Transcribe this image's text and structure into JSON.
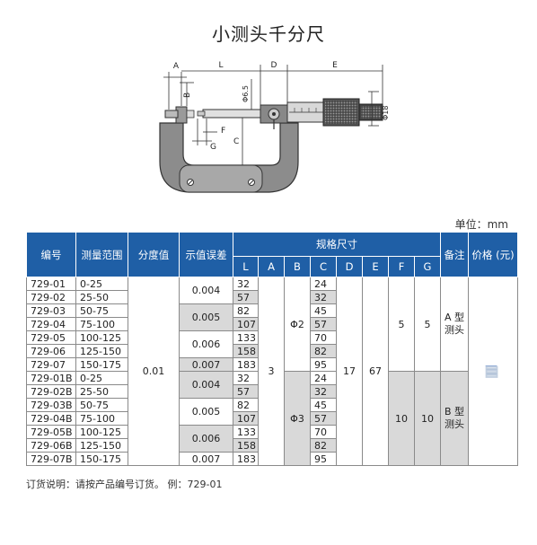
{
  "title": "小测头千分尺",
  "diagram": {
    "labels": {
      "A": "A",
      "L": "L",
      "D": "D",
      "E": "E",
      "B": "B",
      "F": "F",
      "G": "G",
      "C": "C",
      "phi65": "Φ6.5",
      "phi18": "Φ18"
    }
  },
  "unit_label": "单位：mm",
  "table": {
    "headers": {
      "code": "编号",
      "range": "测量范围",
      "resolution": "分度值",
      "error": "示值误差",
      "spec": "规格尺寸",
      "note": "备注",
      "price": "价格 (元)",
      "L": "L",
      "A": "A",
      "B": "B",
      "C": "C",
      "D": "D",
      "E": "E",
      "F": "F",
      "G": "G"
    },
    "rows": [
      {
        "code": "729-01",
        "range": "0-25",
        "L": "32",
        "C": "24"
      },
      {
        "code": "729-02",
        "range": "25-50",
        "L": "57",
        "C": "32"
      },
      {
        "code": "729-03",
        "range": "50-75",
        "L": "82",
        "C": "45"
      },
      {
        "code": "729-04",
        "range": "75-100",
        "L": "107",
        "C": "57"
      },
      {
        "code": "729-05",
        "range": "100-125",
        "L": "133",
        "C": "70"
      },
      {
        "code": "729-06",
        "range": "125-150",
        "L": "158",
        "C": "82"
      },
      {
        "code": "729-07",
        "range": "150-175",
        "L": "183",
        "C": "95"
      },
      {
        "code": "729-01B",
        "range": "0-25",
        "L": "32",
        "C": "24"
      },
      {
        "code": "729-02B",
        "range": "25-50",
        "L": "57",
        "C": "32"
      },
      {
        "code": "729-03B",
        "range": "50-75",
        "L": "82",
        "C": "45"
      },
      {
        "code": "729-04B",
        "range": "75-100",
        "L": "107",
        "C": "57"
      },
      {
        "code": "729-05B",
        "range": "100-125",
        "L": "133",
        "C": "70"
      },
      {
        "code": "729-06B",
        "range": "125-150",
        "L": "158",
        "C": "82"
      },
      {
        "code": "729-07B",
        "range": "150-175",
        "L": "183",
        "C": "95"
      }
    ],
    "merged": {
      "resolution": "0.01",
      "error_groups": [
        "0.004",
        "0.005",
        "0.006",
        "0.007",
        "0.004",
        "0.005",
        "0.006",
        "0.007"
      ],
      "A": "3",
      "B_group1": "Φ2",
      "B_group2": "Φ3",
      "D": "17",
      "E": "67",
      "F_group1": "5",
      "G_group1": "5",
      "F_group2": "10",
      "G_group2": "10",
      "note_group1": "A 型\n测头",
      "note_group2": "B 型\n测头"
    }
  },
  "order_note": "订货说明：请按产品编号订货。 例：729-01",
  "colors": {
    "header_bg": "#1f5fa6",
    "shade": "#d9d9d9",
    "price_blur": "#b9cbe2"
  }
}
